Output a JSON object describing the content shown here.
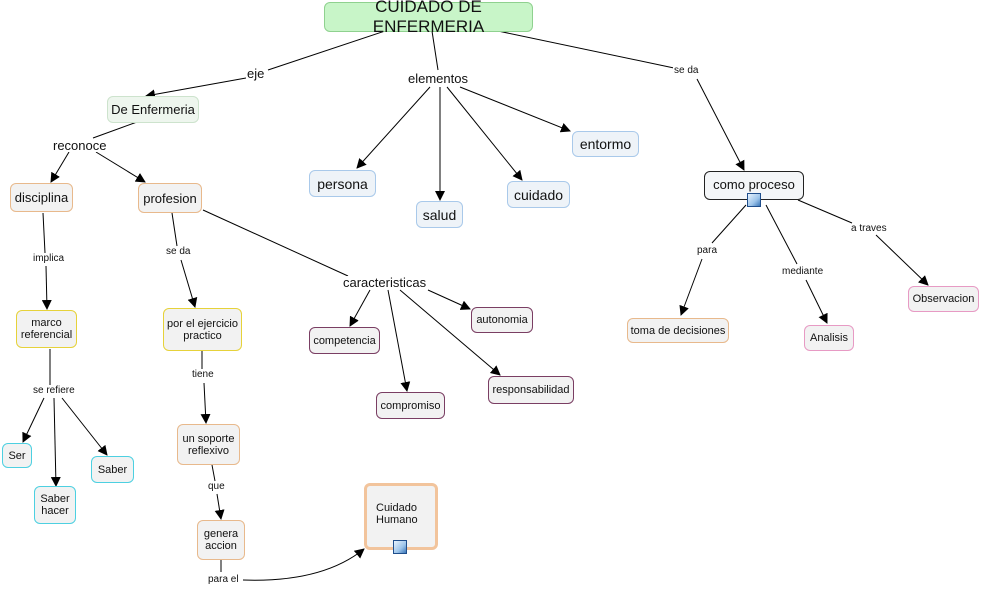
{
  "title": "CUIDADO DE ENFERMERIA",
  "nodes": {
    "de_enfermeria": "De Enfermeria",
    "disciplina": "disciplina",
    "profesion": "profesion",
    "marco_referencial": "marco referencial",
    "ser": "Ser",
    "saber_hacer": "Saber hacer",
    "saber": "Saber",
    "por_el_ejercicio_practico": "por el ejercicio practico",
    "un_soporte_reflexivo": "un soporte reflexivo",
    "genera_accion": "genera accion",
    "cuidado_humano": "Cuidado Humano",
    "competencia": "competencia",
    "compromiso": "compromiso",
    "autonomia": "autonomia",
    "responsabilidad": "responsabilidad",
    "persona": "persona",
    "salud": "salud",
    "cuidado": "cuidado",
    "entorno": "entormo",
    "como_proceso": "como proceso",
    "toma_de_decisiones": "toma de decisiones",
    "analisis": "Analisis",
    "observacion": "Observacion"
  },
  "links": {
    "eje": "eje",
    "elementos": "elementos",
    "se_da_top": "se da",
    "reconoce": "reconoce",
    "implica": "implica",
    "se_refiere": "se refiere",
    "se_da_prof": "se da",
    "tiene": "tiene",
    "que": "que",
    "para_el": "para el",
    "caracteristicas": "caracteristicas",
    "para": "para",
    "mediante": "mediante",
    "a_traves": "a traves"
  },
  "icons": {
    "image_icon": "image-icon"
  },
  "colors": {
    "title_fill": "#c8f5c8",
    "green_border": "#cde3cd",
    "blue_border": "#a9c9ea",
    "orange_border": "#e8b98c",
    "yellow_border": "#e6d23a",
    "cyan_border": "#4dd0e1",
    "purple_border": "#7a3e63",
    "pink_border": "#e79ac4",
    "line": "#000000"
  }
}
